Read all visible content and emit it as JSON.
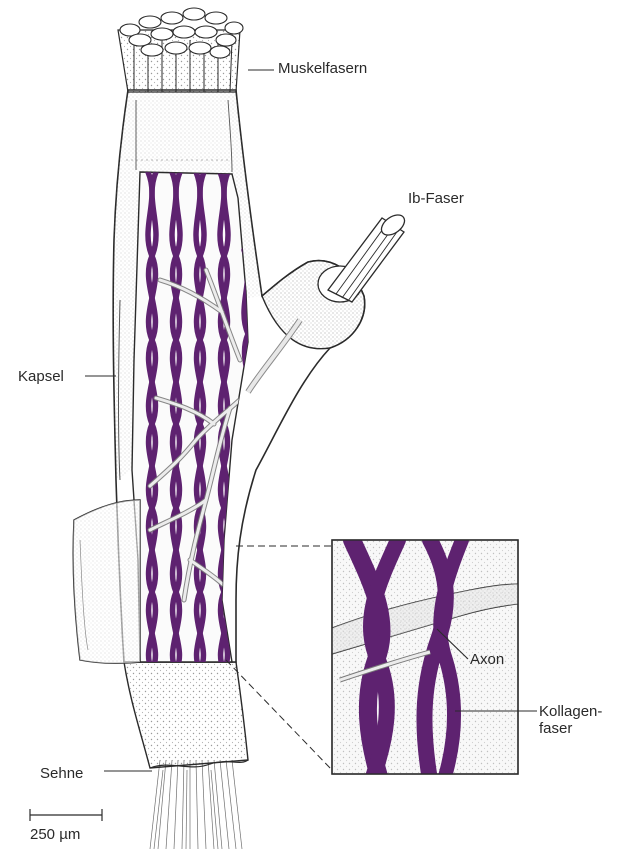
{
  "labels": {
    "muscle_fibers": "Muskelfasern",
    "ib_fiber": "Ib-Faser",
    "capsule": "Kapsel",
    "axon": "Axon",
    "collagen_line1": "Kollagen-",
    "collagen_line2": "faser",
    "tendon": "Sehne",
    "scale_bar": "250 µm"
  },
  "colors": {
    "collagen": "#5e2270",
    "outline": "#2b2b2b",
    "stipple": "#b8b8b8",
    "background": "#ffffff"
  }
}
